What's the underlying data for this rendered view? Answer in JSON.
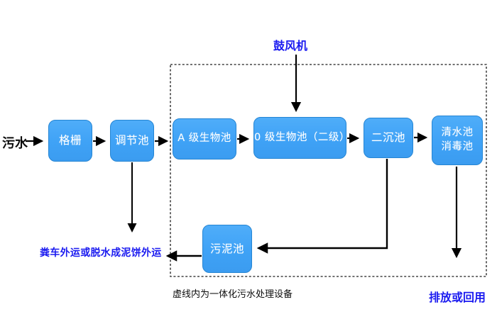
{
  "labels": {
    "influent": "污水",
    "blower": "鼓风机",
    "sludge_disposal": "粪车外运或脱水成泥饼外运",
    "dashed_box_note": "虚线内为一体化污水处理设备",
    "discharge": "排放或回用"
  },
  "nodes": {
    "grid": "格栅",
    "regulating_tank": "调节池",
    "a_bio_tank": "A 级生物池",
    "o_bio_tank": "0 级生物池（二级）",
    "secondary_clarifier": "二沉池",
    "clear_water_line1": "清水池",
    "clear_water_line2": "消毒池",
    "sludge_tank": "污泥池"
  },
  "flow": {
    "edges": [
      {
        "from": "污水",
        "to": "格栅"
      },
      {
        "from": "格栅",
        "to": "调节池"
      },
      {
        "from": "调节池",
        "to": "A 级生物池"
      },
      {
        "from": "A 级生物池",
        "to": "0 级生物池（二级）"
      },
      {
        "from": "0 级生物池（二级）",
        "to": "二沉池"
      },
      {
        "from": "二沉池",
        "to": "清水池 消毒池"
      },
      {
        "from": "鼓风机",
        "to": "0 级生物池（二级）"
      },
      {
        "from": "调节池",
        "to": "粪车外运或脱水成泥饼外运"
      },
      {
        "from": "二沉池",
        "to": "污泥池"
      },
      {
        "from": "污泥池",
        "to": "粪车外运或脱水成泥饼外运"
      },
      {
        "from": "清水池 消毒池",
        "to": "排放或回用"
      }
    ]
  },
  "colors": {
    "node_fill": "#42a5f7",
    "node_border": "#2585d3",
    "node_text": "#ffffff",
    "blue_label": "#1a1af0",
    "black_label": "#0c0c0c",
    "arrow": "#000000",
    "dashed_border": "#444444"
  }
}
